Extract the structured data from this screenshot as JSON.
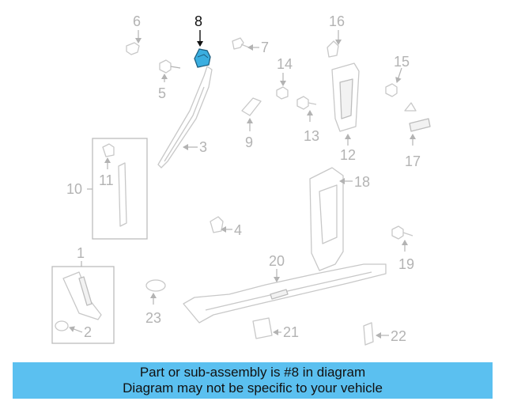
{
  "diagram": {
    "highlight_color": "#3aaee0",
    "highlighted_part": "8",
    "callouts": {
      "p1": "1",
      "p2": "2",
      "p3": "3",
      "p4": "4",
      "p5": "5",
      "p6": "6",
      "p7": "7",
      "p8": "8",
      "p9": "9",
      "p10": "10",
      "p11": "11",
      "p12": "12",
      "p13": "13",
      "p14": "14",
      "p15": "15",
      "p16": "16",
      "p17": "17",
      "p18": "18",
      "p19": "19",
      "p20": "20",
      "p21": "21",
      "p22": "22",
      "p23": "23"
    }
  },
  "banner": {
    "line1": "Part or sub-assembly is #8 in diagram",
    "line2": "Diagram may not be specific to your vehicle",
    "background": "#5bc0f0"
  }
}
